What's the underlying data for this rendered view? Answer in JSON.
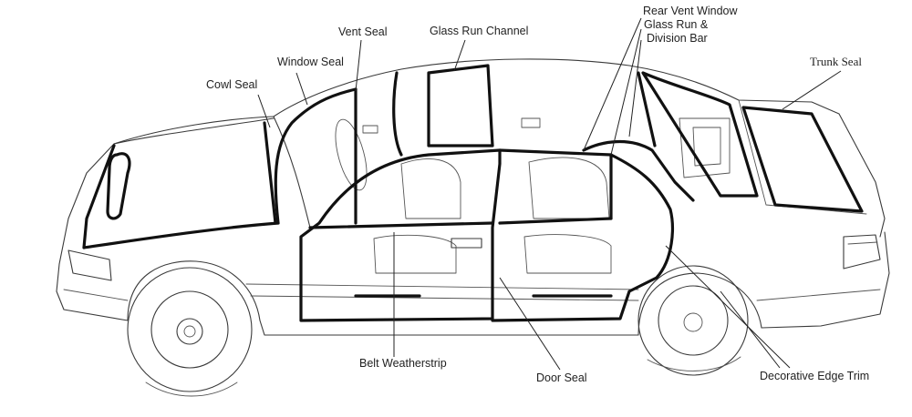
{
  "diagram": {
    "labels": {
      "rear_vent_window": "Rear Vent Window",
      "glass_run_division_bar_1": "Glass Run &",
      "glass_run_division_bar_2": "Division Bar",
      "vent_seal": "Vent Seal",
      "glass_run_channel": "Glass Run Channel",
      "trunk_seal": "Trunk Seal",
      "window_seal": "Window Seal",
      "cowl_seal": "Cowl Seal",
      "belt_weatherstrip": "Belt Weatherstrip",
      "door_seal": "Door Seal",
      "decorative_edge_trim": "Decorative Edge Trim"
    }
  }
}
